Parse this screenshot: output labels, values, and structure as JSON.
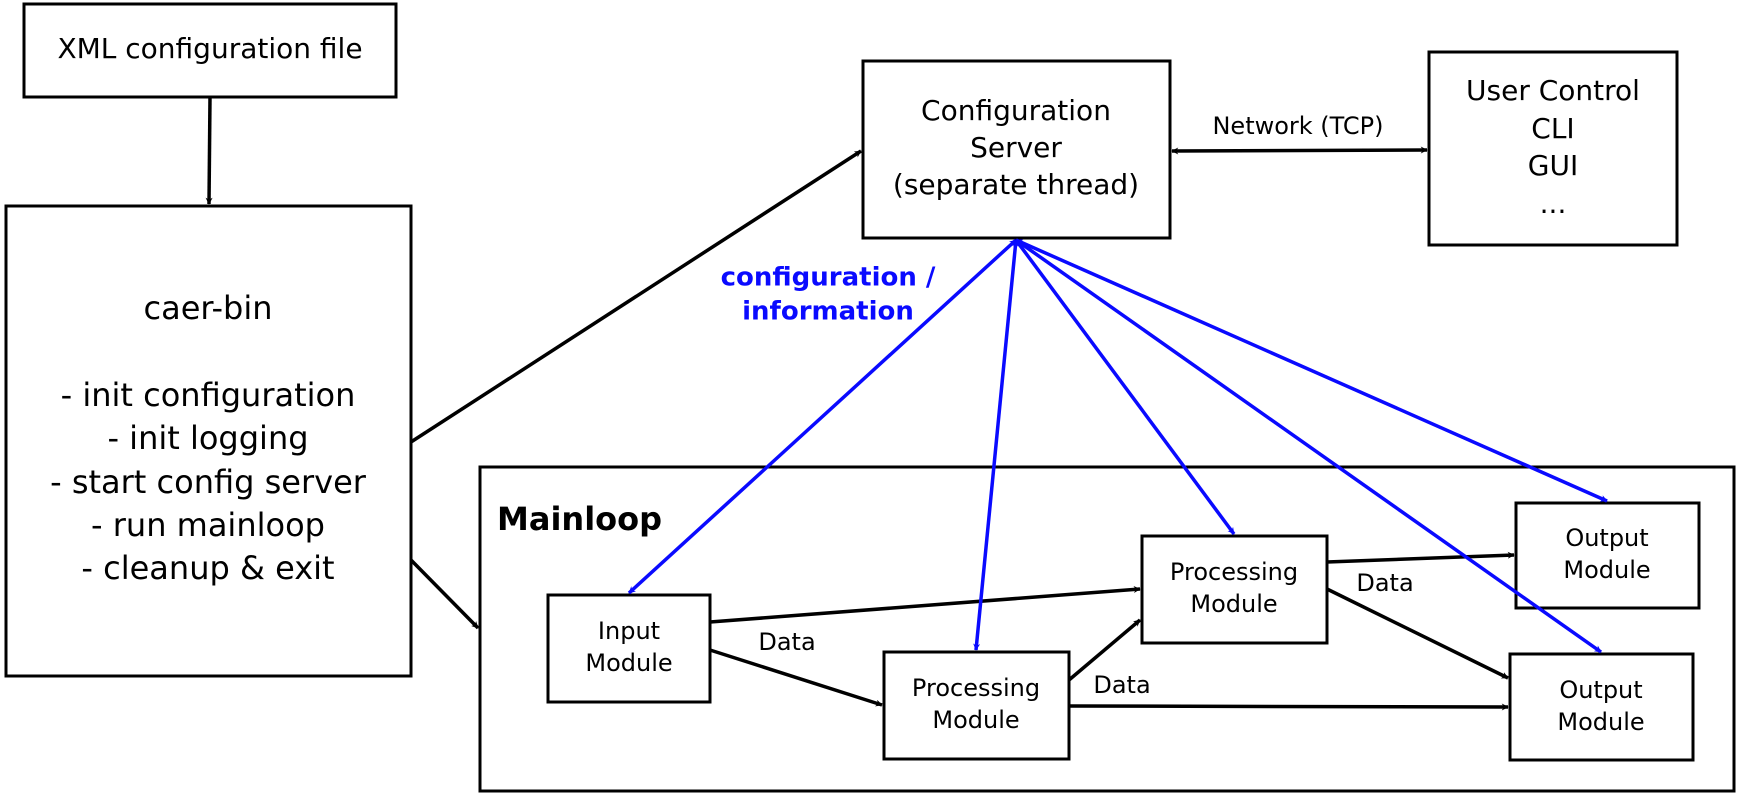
{
  "colors": {
    "black": "#000000",
    "blue": "#0a0aff"
  },
  "xml_file": {
    "label": "XML configuration file"
  },
  "caer_bin": {
    "title": "caer-bin",
    "steps": [
      "- init configuration",
      "- init logging",
      "- start config server",
      "- run mainloop",
      "- cleanup & exit"
    ]
  },
  "config_server": {
    "lines": [
      "Configuration",
      "Server",
      "(separate thread)"
    ]
  },
  "user_control": {
    "lines": [
      "User Control",
      "CLI",
      "GUI",
      "..."
    ]
  },
  "network_label": "Network (TCP)",
  "config_info_label": [
    "configuration /",
    "information"
  ],
  "mainloop": {
    "title": "Mainloop",
    "input_module": [
      "Input",
      "Module"
    ],
    "processing_module_lower": [
      "Processing",
      "Module"
    ],
    "processing_module_upper": [
      "Processing",
      "Module"
    ],
    "output_module_upper": [
      "Output",
      "Module"
    ],
    "output_module_lower": [
      "Output",
      "Module"
    ],
    "data_labels": [
      "Data",
      "Data",
      "Data"
    ]
  }
}
